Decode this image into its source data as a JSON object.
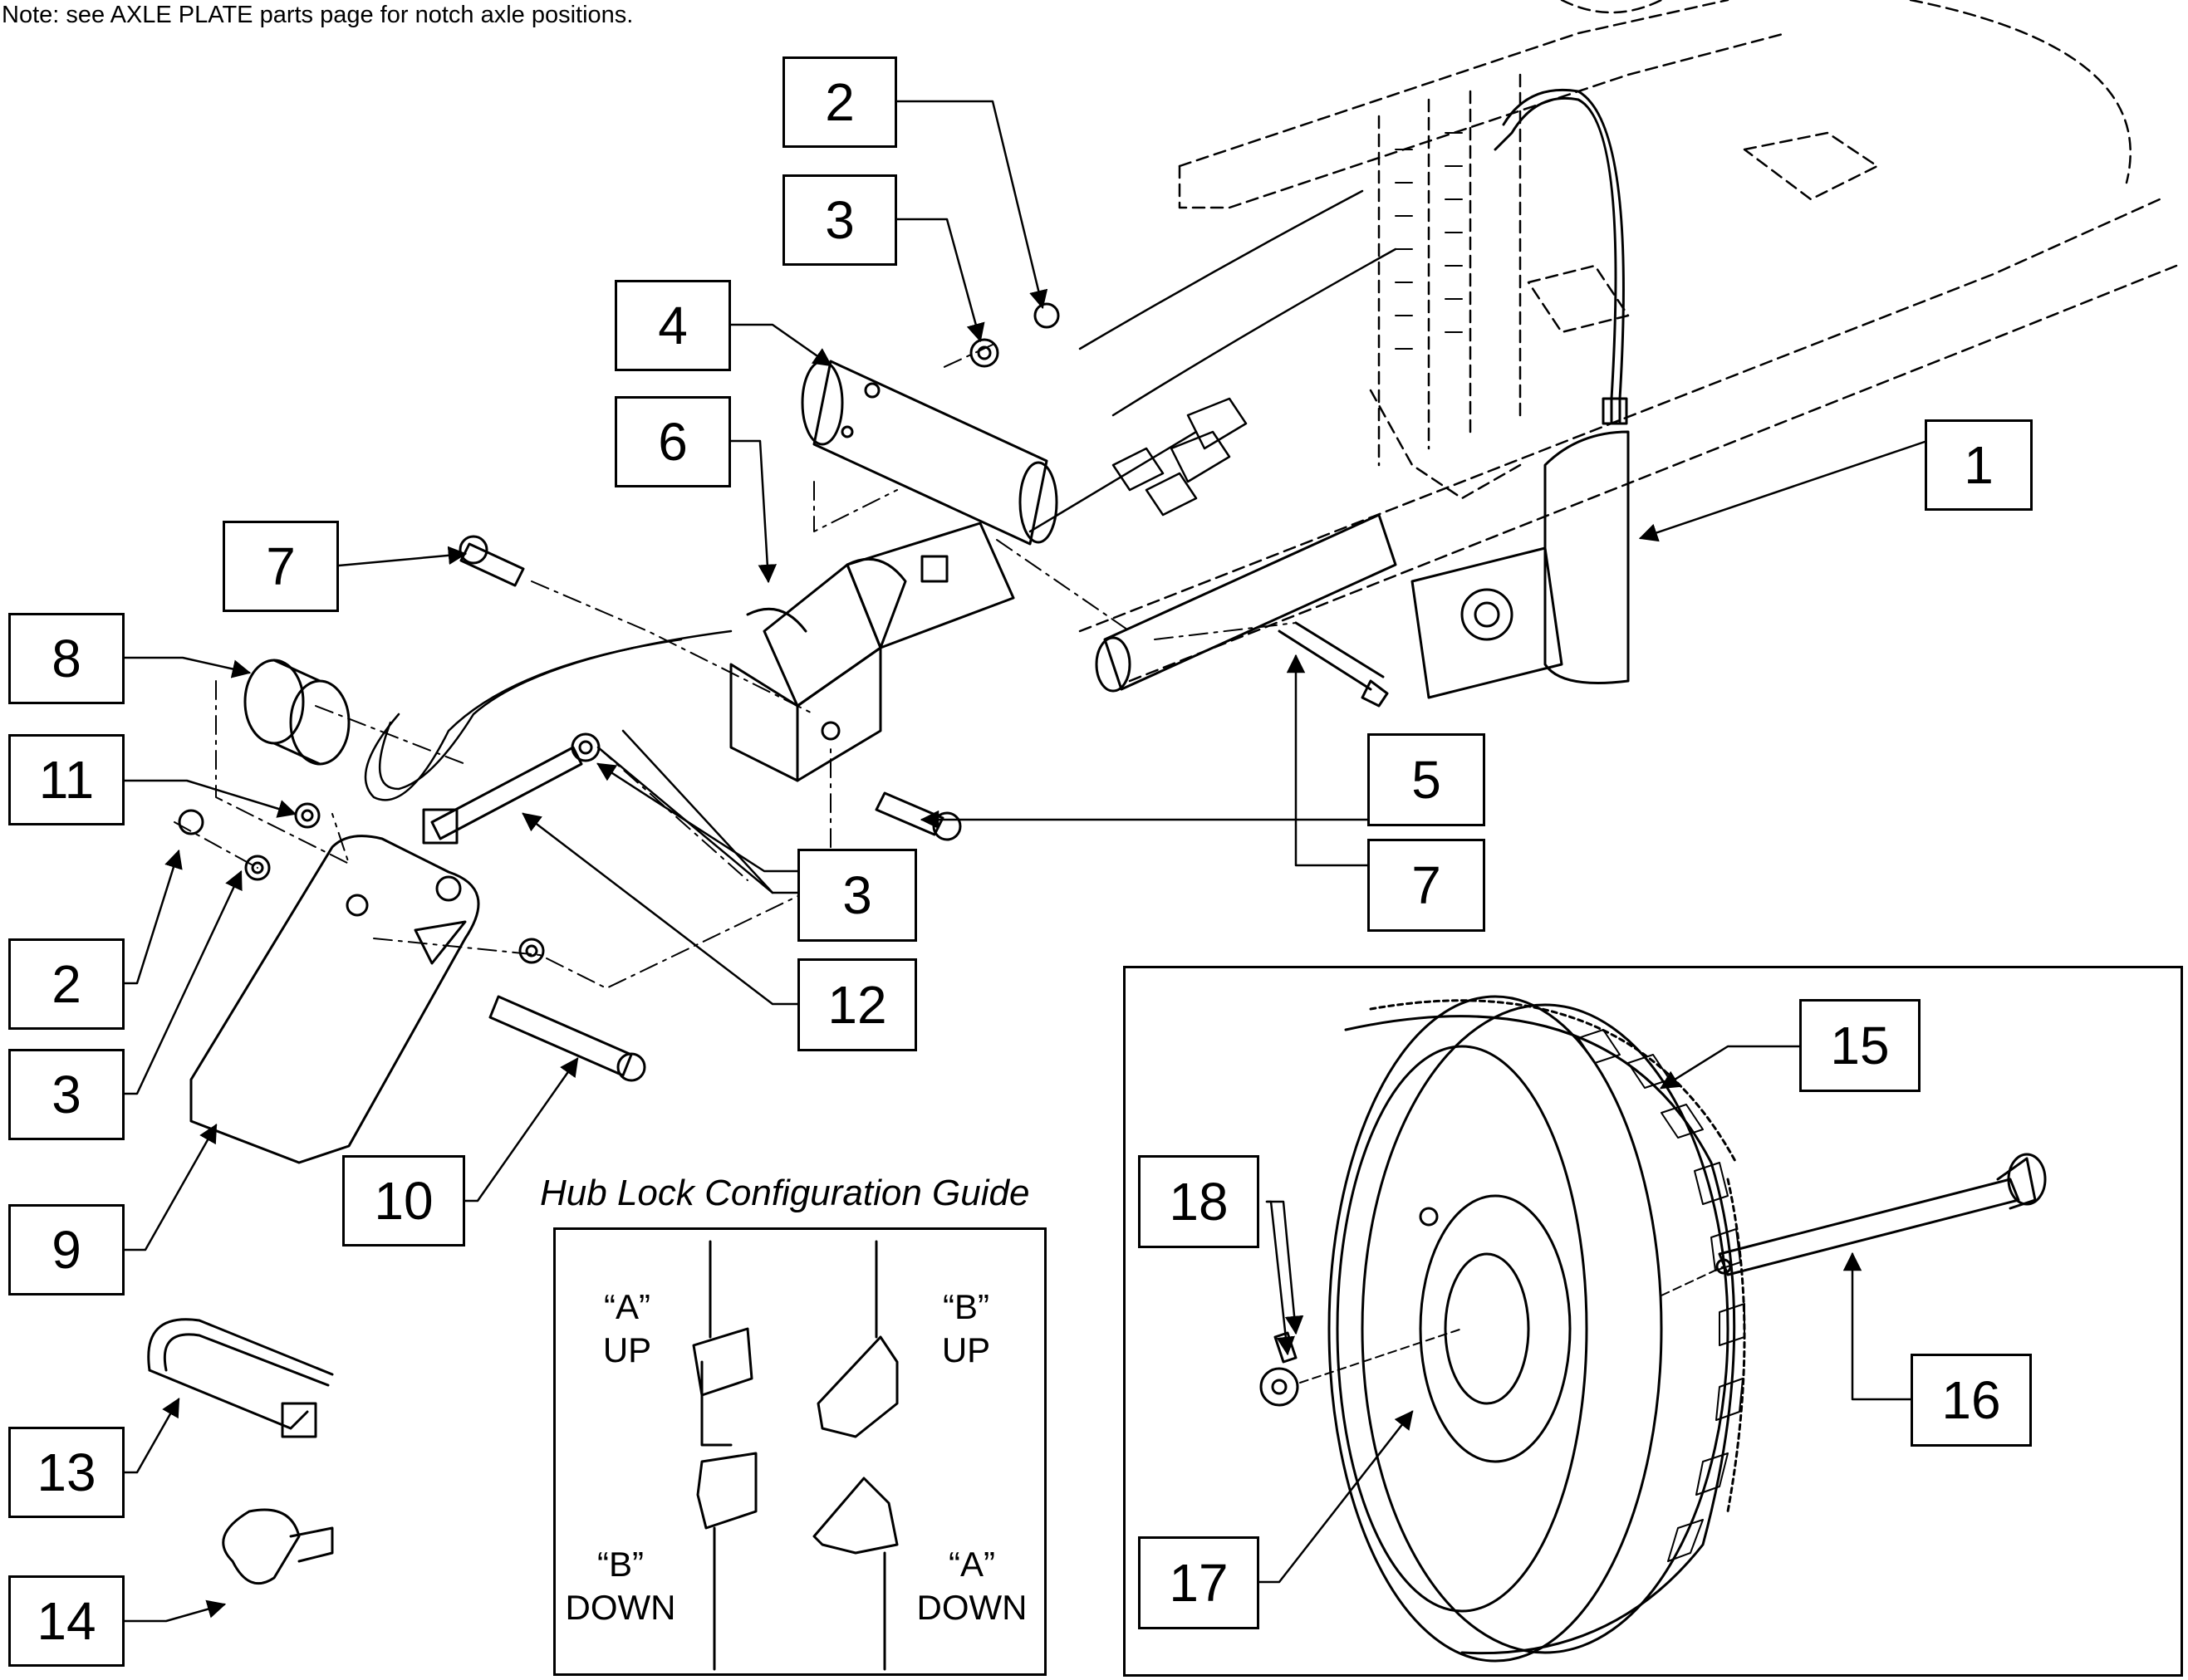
{
  "note": "Note: see AXLE PLATE parts page for notch axle positions.",
  "callouts": {
    "c1": "1",
    "c2a": "2",
    "c2b": "2",
    "c3a": "3",
    "c3b": "3",
    "c3c": "3",
    "c4": "4",
    "c5": "5",
    "c6": "6",
    "c7a": "7",
    "c7b": "7",
    "c8": "8",
    "c9": "9",
    "c10": "10",
    "c11": "11",
    "c12": "12",
    "c13": "13",
    "c14": "14",
    "c15": "15",
    "c16": "16",
    "c17": "17",
    "c18": "18"
  },
  "guide": {
    "title": "Hub Lock Configuration Guide",
    "a_up": [
      "“A”",
      "UP"
    ],
    "b_up": [
      "“B”",
      "UP"
    ],
    "b_down": [
      "“B”",
      "DOWN"
    ],
    "a_down": [
      "“A”",
      "DOWN"
    ]
  }
}
